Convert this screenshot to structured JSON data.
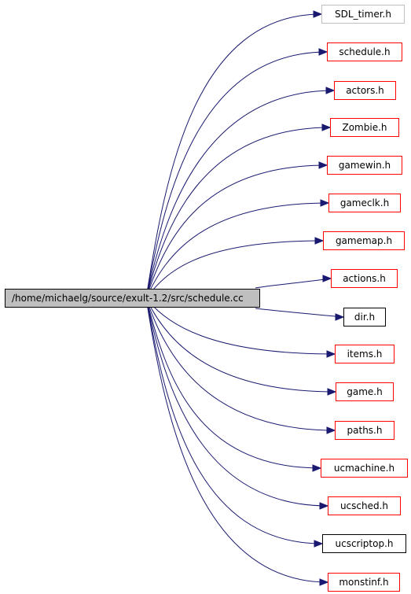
{
  "root": {
    "label": "/home/michaelg/source/exult-1.2/src/schedule.cc"
  },
  "includes": [
    {
      "label": "SDL_timer.h",
      "border": "#bfbfbf"
    },
    {
      "label": "schedule.h",
      "border": "#ff0000"
    },
    {
      "label": "actors.h",
      "border": "#ff0000"
    },
    {
      "label": "Zombie.h",
      "border": "#ff0000"
    },
    {
      "label": "gamewin.h",
      "border": "#ff0000"
    },
    {
      "label": "gameclk.h",
      "border": "#ff0000"
    },
    {
      "label": "gamemap.h",
      "border": "#ff0000"
    },
    {
      "label": "actions.h",
      "border": "#ff0000"
    },
    {
      "label": "dir.h",
      "border": "#000000"
    },
    {
      "label": "items.h",
      "border": "#ff0000"
    },
    {
      "label": "game.h",
      "border": "#ff0000"
    },
    {
      "label": "paths.h",
      "border": "#ff0000"
    },
    {
      "label": "ucmachine.h",
      "border": "#ff0000"
    },
    {
      "label": "ucsched.h",
      "border": "#ff0000"
    },
    {
      "label": "ucscriptop.h",
      "border": "#000000"
    },
    {
      "label": "monstinf.h",
      "border": "#ff0000"
    }
  ],
  "colors": {
    "edge": "#191970",
    "root_fill": "#bfbfbf"
  }
}
